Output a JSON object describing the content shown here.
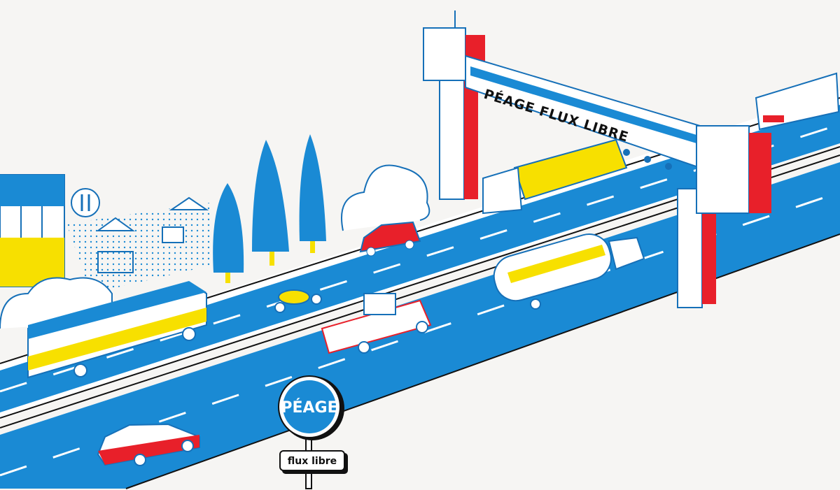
{
  "gantry": {
    "label": "PÉAGE FLUX LIBRE"
  },
  "road_sign": {
    "title": "PÉAGE",
    "subtitle": "flux libre"
  },
  "colors": {
    "background": "#f6f5f3",
    "road": "#1a8ad4",
    "yellow": "#f7e000",
    "red": "#e8202a",
    "outline": "#1670b8"
  }
}
